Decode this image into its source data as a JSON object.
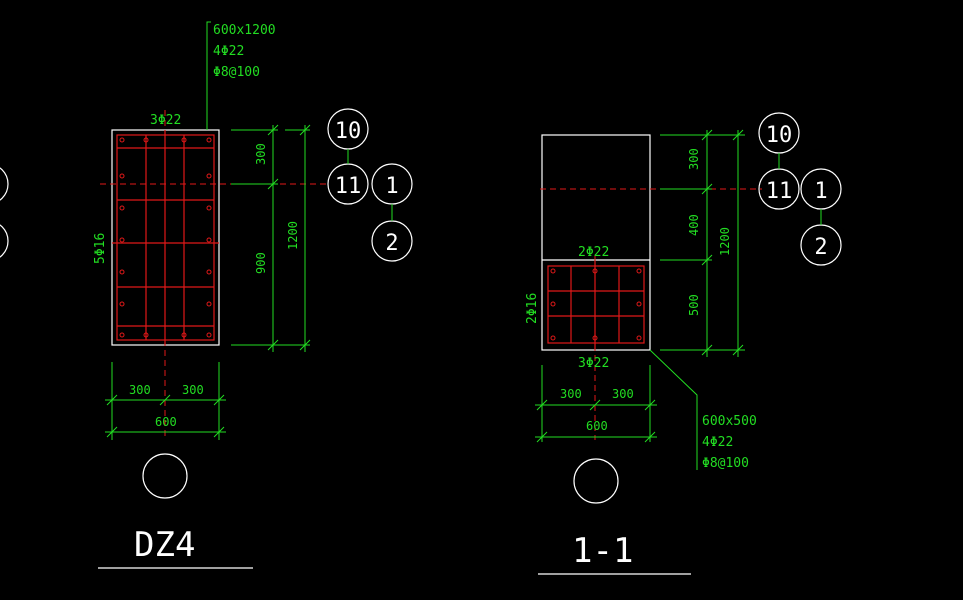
{
  "drawing": {
    "left_detail": {
      "title": "DZ4",
      "section_label": "600x1200",
      "main_bars": "4Φ22",
      "stirrups": "Φ8@100",
      "top_bars": "3Φ22",
      "side_bars": "5Φ16",
      "dim_top": "300",
      "dim_bottom": "900",
      "dim_total": "1200",
      "dim_left": "300",
      "dim_right": "300",
      "dim_width": "600",
      "axis_a": "10",
      "axis_b": "11",
      "axis_c": "1",
      "axis_d": "2"
    },
    "right_detail": {
      "title": "1-1",
      "section_label": "600x500",
      "main_bars": "4Φ22",
      "stirrups": "Φ8@100",
      "top_bars": "2Φ22",
      "bottom_bars": "3Φ22",
      "side_bars": "2Φ16",
      "dim_top": "300",
      "dim_mid": "400",
      "dim_bottom": "500",
      "dim_total": "1200",
      "dim_left": "300",
      "dim_right": "300",
      "dim_width": "600",
      "axis_a": "10",
      "axis_b": "11",
      "axis_c": "1",
      "axis_d": "2"
    }
  },
  "colors": {
    "background": "#000000",
    "dimension": "#22dd22",
    "outline": "#ffffff",
    "rebar": "#e01818"
  }
}
